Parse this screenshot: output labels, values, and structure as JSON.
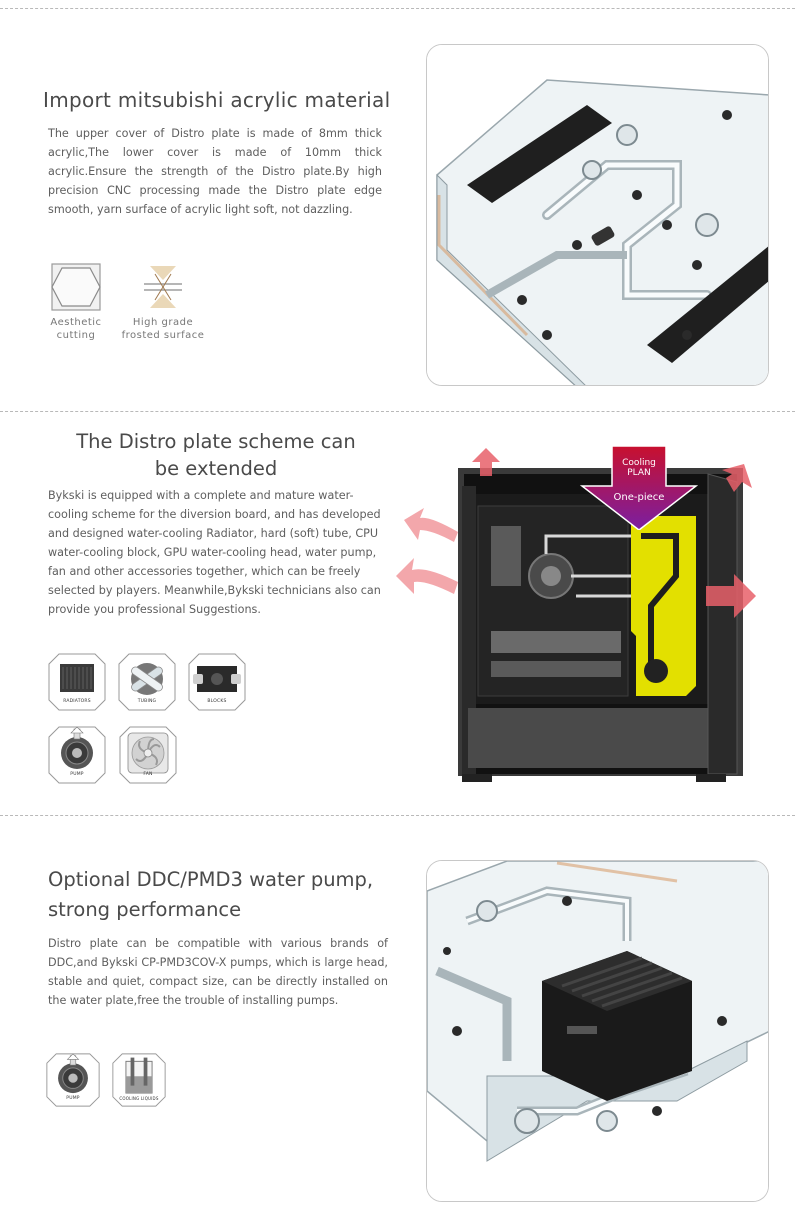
{
  "section1": {
    "title": "Import mitsubishi acrylic material",
    "body": "The upper cover of Distro plate is made of 8mm thick acrylic,The lower cover is made of 10mm thick acrylic.Ensure the strength of the Distro plate.By high precision CNC processing made the Distro plate edge smooth, yarn surface of acrylic light soft, not dazzling.",
    "features": [
      {
        "icon": "hexagon-cut-icon",
        "label_line1": "Aesthetic",
        "label_line2": "cutting"
      },
      {
        "icon": "frosted-surface-icon",
        "label_line1": "High grade",
        "label_line2": "frosted surface"
      }
    ]
  },
  "section2": {
    "title_line1": "The Distro plate scheme can",
    "title_line2": "be extended",
    "body": "Bykski is equipped with a complete and mature water-cooling scheme for the diversion board, and has developed and designed water-cooling Radiator, hard (soft) tube, CPU water-cooling block, GPU water-cooling head, water pump, fan and other accessories together, which can be freely selected by players. Meanwhile,Bykski technicians also can provide you professional Suggestions.",
    "callout_line1": "Cooling",
    "callout_line2": "PLAN",
    "callout_line3": "One-piece",
    "tiles": [
      {
        "icon": "radiator-icon",
        "label": "RADIATORS"
      },
      {
        "icon": "tubing-icon",
        "label": "TUBING"
      },
      {
        "icon": "blocks-icon",
        "label": "BLOCKS"
      },
      {
        "icon": "pump-icon",
        "label": "PUMP"
      },
      {
        "icon": "fan-icon",
        "label": "FAN"
      }
    ]
  },
  "section3": {
    "title_line1": "Optional DDC/PMD3 water pump,",
    "title_line2": "strong performance",
    "body": "Distro plate can be compatible with various brands of DDC,and Bykski CP-PMD3COV-X pumps, which is large head, stable and quiet, compact size, can be directly installed on the water plate,free the trouble of installing pumps.",
    "tiles": [
      {
        "icon": "pump-icon",
        "label": "PUMP"
      },
      {
        "icon": "cooling-liquid-icon",
        "label": "COOLING LIQUIDS"
      }
    ]
  },
  "colors": {
    "accent_red": "#c8102e",
    "accent_purple": "#7a1fa2",
    "plate_yellow": "#e3e000",
    "case_dark": "#2b2b2b"
  }
}
